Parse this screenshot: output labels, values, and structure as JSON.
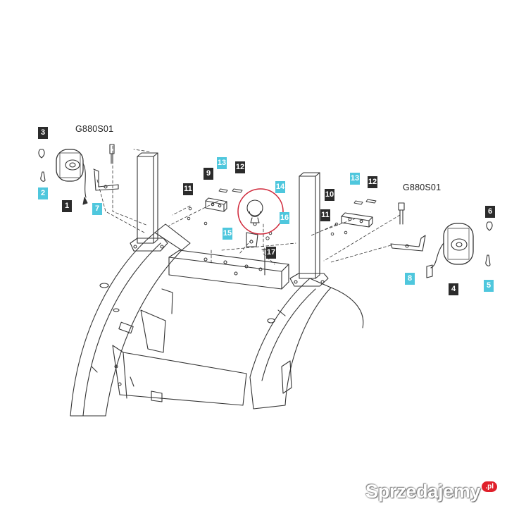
{
  "diagram": {
    "part_codes": [
      "G880S01",
      "G880S01"
    ],
    "callouts": [
      "3",
      "2",
      "1",
      "7",
      "9",
      "13",
      "12",
      "11",
      "14",
      "16",
      "15",
      "17",
      "13",
      "12",
      "10",
      "11",
      "8",
      "4",
      "6",
      "5"
    ],
    "callout_colors": {
      "dark": "#2b2b2b",
      "cyan": "#4fc7dd"
    },
    "highlight_circle_color": "#d0283a"
  },
  "watermark": {
    "text": "Sprzedajemy",
    "badge": ".pl",
    "badge_color": "#e0202b"
  }
}
